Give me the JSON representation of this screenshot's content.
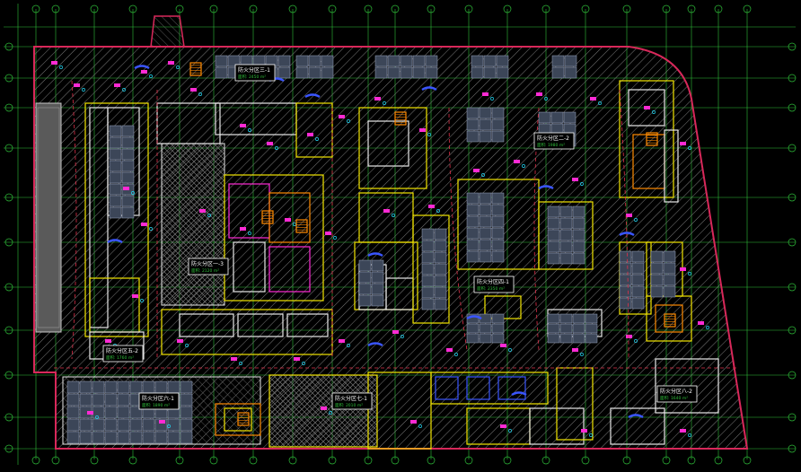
{
  "colors": {
    "background": "#000000",
    "grid": "#2fbf3a",
    "boundary": "#d8285a",
    "hatch": "#8a8a8a",
    "wall_yellow": "#f2e600",
    "wall_white": "#e8e8e8",
    "magenta": "#ff2ad4",
    "cyan": "#21d4f0",
    "blue": "#3a55ff",
    "parking": "#7a8aa0",
    "orange": "#ff8a00",
    "gray_fill": "#5a5a5a"
  },
  "zones": [
    {
      "id": "zone-1",
      "label": "防火分区三-1",
      "sub": "面积: 2450 m²"
    },
    {
      "id": "zone-2",
      "label": "防火分区二-2",
      "sub": "面积: 1980 m²"
    },
    {
      "id": "zone-3",
      "label": "防火分区一-3",
      "sub": "面积: 2120 m²"
    },
    {
      "id": "zone-4",
      "label": "防火分区四-1",
      "sub": "面积: 2350 m²"
    },
    {
      "id": "zone-5",
      "label": "防火分区五-2",
      "sub": "面积: 1760 m²"
    },
    {
      "id": "zone-6",
      "label": "防火分区六-1",
      "sub": "面积: 1890 m²"
    },
    {
      "id": "zone-7",
      "label": "防火分区七-1",
      "sub": "面积: 2010 m²"
    },
    {
      "id": "zone-8",
      "label": "防火分区八-2",
      "sub": "面积: 1640 m²"
    }
  ]
}
